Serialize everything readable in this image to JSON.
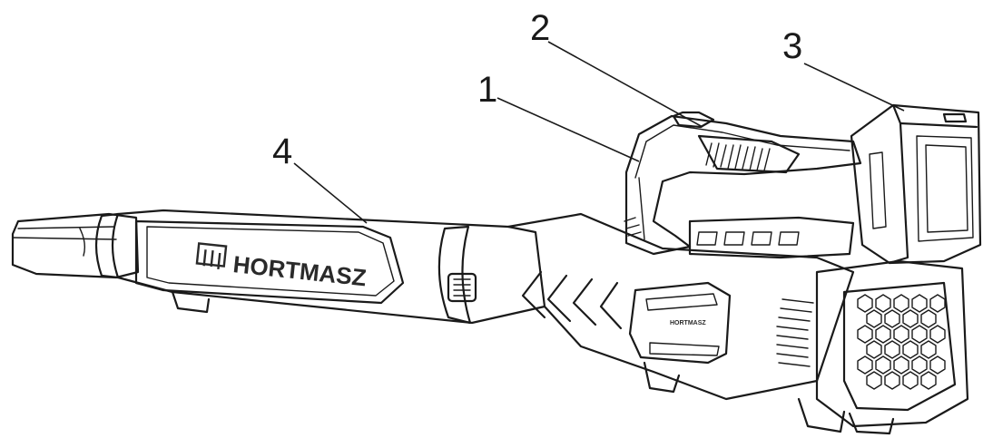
{
  "callouts": [
    {
      "label": "1"
    },
    {
      "label": "2"
    },
    {
      "label": "3"
    },
    {
      "label": "4"
    }
  ],
  "brand": {
    "name_main": "HORTMASZ",
    "name_small": "HORTMASZ"
  },
  "colors": {
    "ink": "#1a1a1a",
    "shade": "#3a3a3a",
    "background": "#ffffff"
  }
}
